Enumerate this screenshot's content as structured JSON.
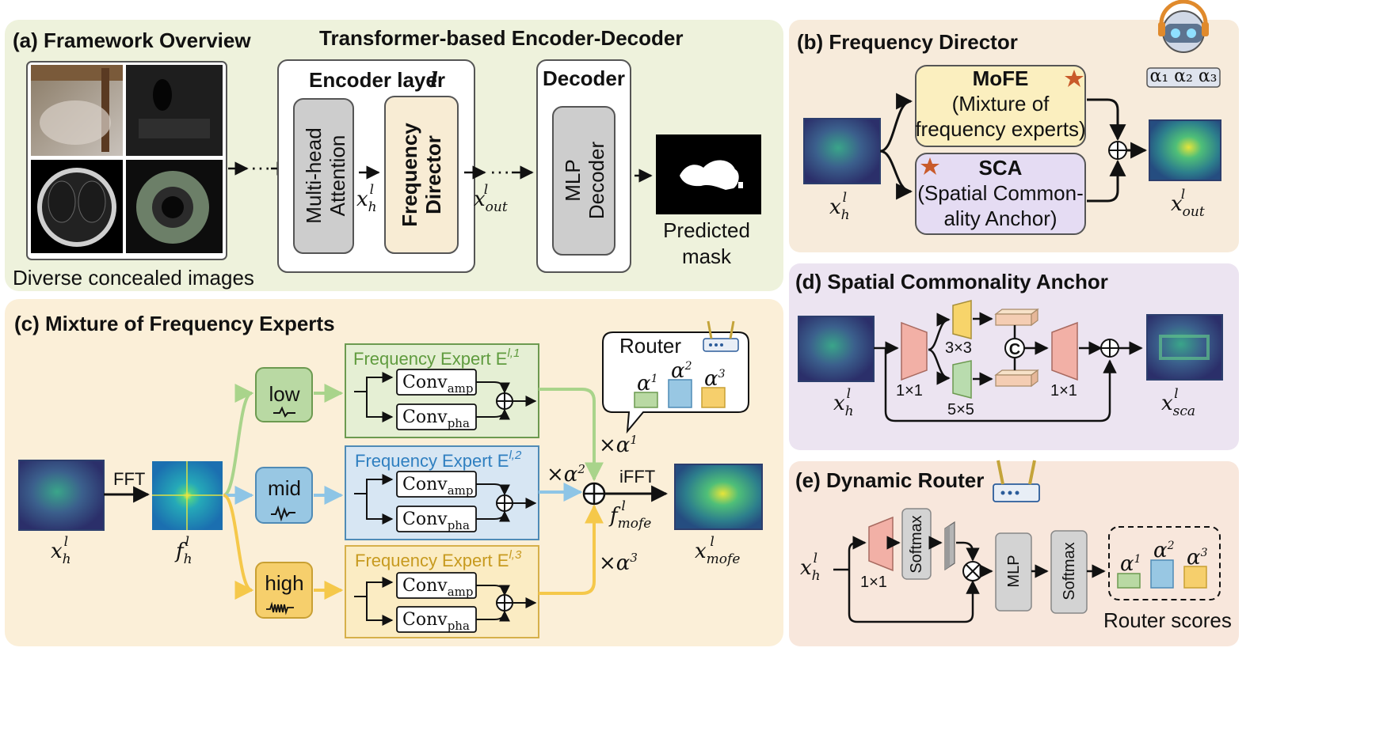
{
  "panel_a": {
    "title": "(a) Framework Overview",
    "enc_dec_title": "Transformer-based Encoder-Decoder",
    "encoder_layer": "Encoder layer",
    "encoder_layer_var": "l",
    "attention": "Multi-head Attention",
    "freq_director_1": "Frequency",
    "freq_director_2": "Director",
    "decoder": "Decoder",
    "mlp_decoder": "MLP Decoder",
    "predicted_1": "Predicted",
    "predicted_2": "mask",
    "images_caption": "Diverse concealed images",
    "x_h": "x",
    "x_h_sub": "h",
    "x_out_sub": "out",
    "sup_l": "l",
    "dots": "···"
  },
  "panel_b": {
    "title": "(b) Frequency Director",
    "mofe_name": "MoFE",
    "mofe_desc_1": "(Mixture of",
    "mofe_desc_2": "frequency experts)",
    "sca_name": "SCA",
    "sca_desc_1": "(Spatial Common-",
    "sca_desc_2": "ality Anchor)",
    "x_h_sub": "h",
    "x_out_sub": "out",
    "robot_keys": "α₁ α₂ α₃"
  },
  "panel_c": {
    "title": "(c) Mixture of Frequency Experts",
    "fft": "FFT",
    "ifft": "iFFT",
    "bands": [
      "low",
      "mid",
      "high"
    ],
    "expert_label": "Frequency Expert E",
    "expert_sups": [
      "l,1",
      "l,2",
      "l,3"
    ],
    "conv": "Conv",
    "amp": "amp",
    "pha": "pha",
    "router": "Router",
    "alpha": "α",
    "alpha_sups": [
      "1",
      "2",
      "3"
    ],
    "times": "×α",
    "x_h_sub": "h",
    "f_h_sub": "h",
    "f_mofe_sub": "mofe",
    "x_mofe_sub": "mofe"
  },
  "panel_d": {
    "title": "(d) Spatial Commonality Anchor",
    "k1": "1×1",
    "k3": "3×3",
    "k5": "5×5",
    "concat": "C",
    "x_h_sub": "h",
    "x_sca_sub": "sca"
  },
  "panel_e": {
    "title": "(e) Dynamic Router",
    "k1": "1×1",
    "softmax": "Softmax",
    "mlp": "MLP",
    "router_scores": "Router scores",
    "x_h_sub": "h"
  },
  "colors": {
    "panel_a_bg": "#eef2dc",
    "panel_b_bg": "#f7ebdb",
    "panel_c_bg": "#fbefd8",
    "panel_d_bg": "#ece4f1",
    "panel_e_bg": "#f8e7dc",
    "low": "#b9d9a3",
    "mid": "#98c7e3",
    "high": "#f6cf6c",
    "mofe_fill": "#fbefbf",
    "sca_fill": "#e5dcf3",
    "conv_pink": "#f2b0a6",
    "conv_yellow": "#f7d46a",
    "conv_green": "#b9dcae",
    "star": "#c95a2a"
  }
}
